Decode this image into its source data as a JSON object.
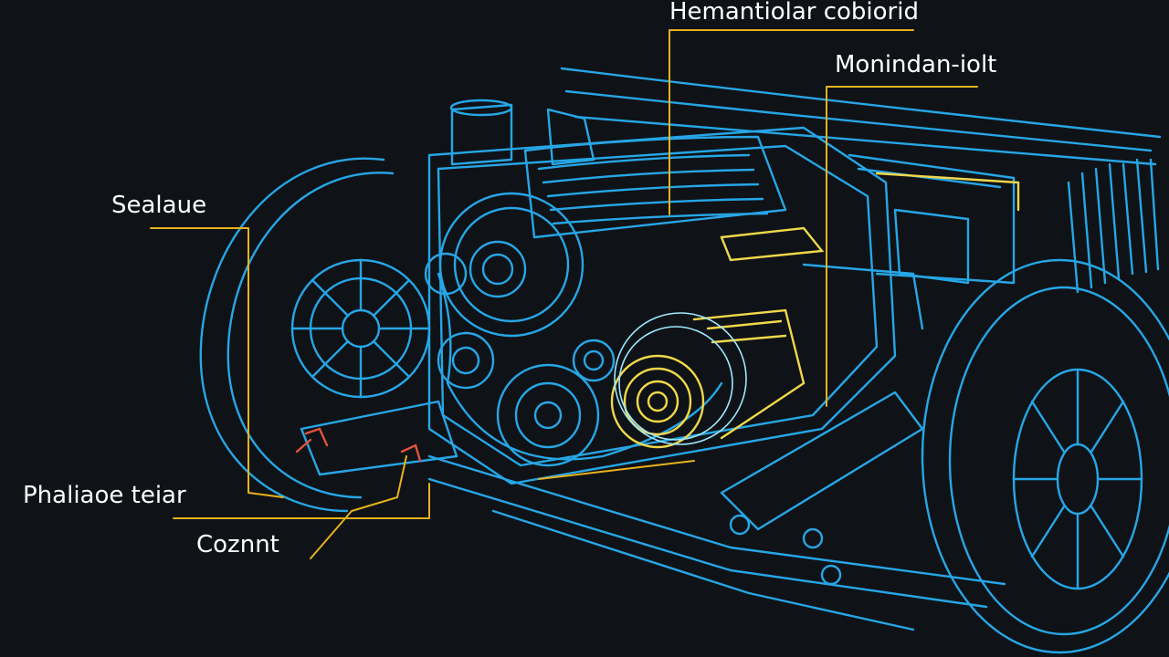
{
  "diagram": {
    "labels": {
      "top": "Hemantiolar cobiorid",
      "right": "Monindan-iolt",
      "left": "Sealaue",
      "bottom_left_1": "Phaliaoe teiar",
      "bottom_left_2": "Coznnt"
    }
  },
  "colors": {
    "background": "#0f1317",
    "outline": "#27a6e6",
    "callout": "#e8b21c",
    "highlight": "#f0d84a",
    "accent_red": "#e2533c",
    "text": "#ffffff"
  }
}
